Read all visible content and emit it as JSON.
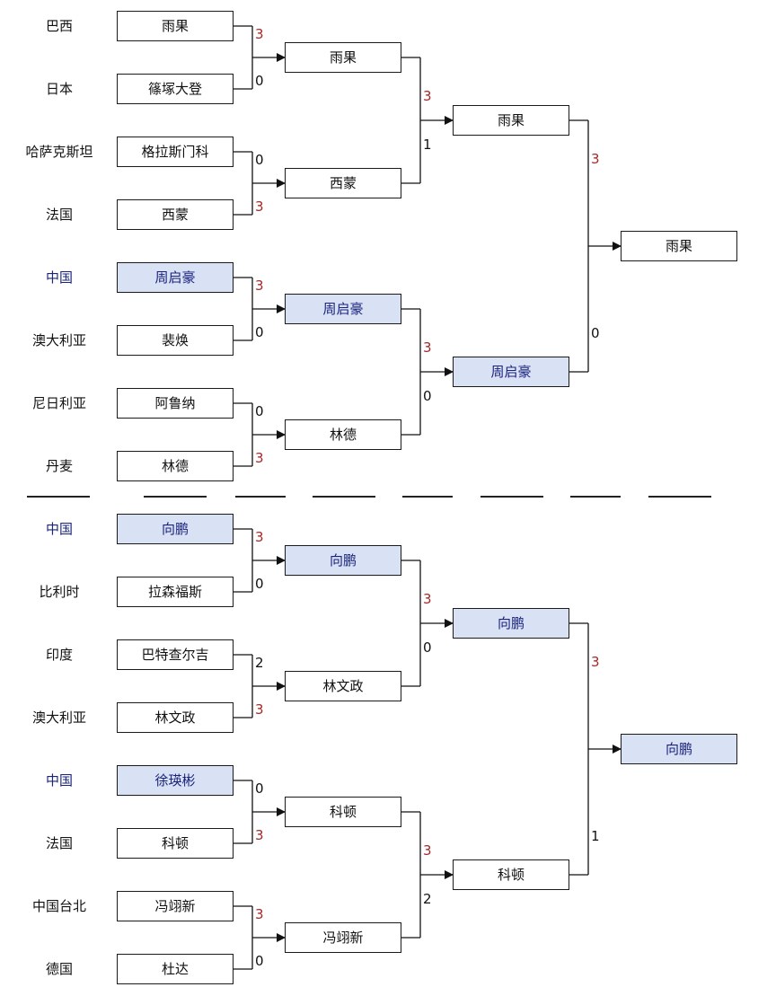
{
  "colors": {
    "highlight_fill": "#d9e1f4",
    "highlight_text": "#1a237e",
    "winner_score": "#a52a2a",
    "line": "#111111"
  },
  "halves": [
    {
      "round1": [
        {
          "country": "巴西",
          "player": "雨果",
          "highlight": false
        },
        {
          "country": "日本",
          "player": "篠塚大登",
          "highlight": false
        },
        {
          "country": "哈萨克斯坦",
          "player": "格拉斯门科",
          "highlight": false
        },
        {
          "country": "法国",
          "player": "西蒙",
          "highlight": false
        },
        {
          "country": "中国",
          "player": "周启豪",
          "highlight": true
        },
        {
          "country": "澳大利亚",
          "player": "裴焕",
          "highlight": false
        },
        {
          "country": "尼日利亚",
          "player": "阿鲁纳",
          "highlight": false
        },
        {
          "country": "丹麦",
          "player": "林德",
          "highlight": false
        }
      ],
      "round1_scores": [
        [
          "3",
          "0"
        ],
        [
          "0",
          "3"
        ],
        [
          "3",
          "0"
        ],
        [
          "0",
          "3"
        ]
      ],
      "round2": [
        {
          "player": "雨果",
          "highlight": false
        },
        {
          "player": "西蒙",
          "highlight": false
        },
        {
          "player": "周启豪",
          "highlight": true
        },
        {
          "player": "林德",
          "highlight": false
        }
      ],
      "round2_scores": [
        [
          "3",
          "1"
        ],
        [
          "3",
          "0"
        ]
      ],
      "round3": [
        {
          "player": "雨果",
          "highlight": false
        },
        {
          "player": "周启豪",
          "highlight": true
        }
      ],
      "round3_scores": [
        [
          "3",
          "0"
        ]
      ],
      "final": {
        "player": "雨果",
        "highlight": false
      }
    },
    {
      "round1": [
        {
          "country": "中国",
          "player": "向鹏",
          "highlight": true
        },
        {
          "country": "比利时",
          "player": "拉森福斯",
          "highlight": false
        },
        {
          "country": "印度",
          "player": "巴特查尔吉",
          "highlight": false
        },
        {
          "country": "澳大利亚",
          "player": "林文政",
          "highlight": false
        },
        {
          "country": "中国",
          "player": "徐瑛彬",
          "highlight": true
        },
        {
          "country": "法国",
          "player": "科顿",
          "highlight": false
        },
        {
          "country": "中国台北",
          "player": "冯翊新",
          "highlight": false
        },
        {
          "country": "德国",
          "player": "杜达",
          "highlight": false
        }
      ],
      "round1_scores": [
        [
          "3",
          "0"
        ],
        [
          "2",
          "3"
        ],
        [
          "0",
          "3"
        ],
        [
          "3",
          "0"
        ]
      ],
      "round2": [
        {
          "player": "向鹏",
          "highlight": true
        },
        {
          "player": "林文政",
          "highlight": false
        },
        {
          "player": "科顿",
          "highlight": false
        },
        {
          "player": "冯翊新",
          "highlight": false
        }
      ],
      "round2_scores": [
        [
          "3",
          "0"
        ],
        [
          "3",
          "2"
        ]
      ],
      "round3": [
        {
          "player": "向鹏",
          "highlight": true
        },
        {
          "player": "科顿",
          "highlight": false
        }
      ],
      "round3_scores": [
        [
          "3",
          "1"
        ]
      ],
      "final": {
        "player": "向鹏",
        "highlight": true
      }
    }
  ]
}
